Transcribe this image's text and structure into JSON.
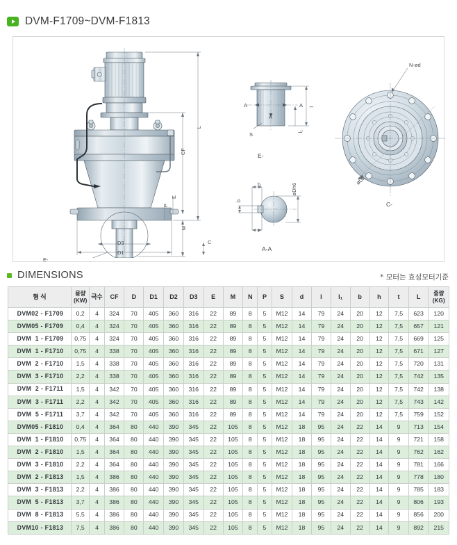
{
  "header": {
    "title": "DVM-F1709~DVM-F1813",
    "bullet_icon": "play-icon"
  },
  "drawing": {
    "main_view": {
      "labels": [
        "CF",
        "L",
        "E",
        "P",
        "M",
        "D3",
        "D1",
        "C",
        "E-"
      ]
    },
    "detail_view_e": {
      "caption": "E-",
      "labels": [
        "A",
        "A",
        "S",
        "A",
        "l",
        "l₁"
      ]
    },
    "section_view_aa": {
      "caption": "A-A",
      "labels": [
        "h",
        "b",
        "t",
        "øDh6"
      ]
    },
    "flange_view_c": {
      "caption": "C-",
      "labels": [
        "N-ød",
        "øD2"
      ]
    }
  },
  "dimensions_section": {
    "heading": "DIMENSIONS",
    "bullet_icon": "square-bullet-icon",
    "note": "* 모터는 효성모터기준"
  },
  "table": {
    "headers": [
      {
        "label": "형    식",
        "sub": ""
      },
      {
        "label": "용량",
        "sub": "(KW)"
      },
      {
        "label": "극수",
        "sub": ""
      },
      {
        "label": "CF",
        "sub": ""
      },
      {
        "label": "D",
        "sub": ""
      },
      {
        "label": "D1",
        "sub": ""
      },
      {
        "label": "D2",
        "sub": ""
      },
      {
        "label": "D3",
        "sub": ""
      },
      {
        "label": "E",
        "sub": ""
      },
      {
        "label": "M",
        "sub": ""
      },
      {
        "label": "N",
        "sub": ""
      },
      {
        "label": "P",
        "sub": ""
      },
      {
        "label": "S",
        "sub": ""
      },
      {
        "label": "d",
        "sub": ""
      },
      {
        "label": "l",
        "sub": ""
      },
      {
        "label": "l₁",
        "sub": ""
      },
      {
        "label": "b",
        "sub": ""
      },
      {
        "label": "h",
        "sub": ""
      },
      {
        "label": "t",
        "sub": ""
      },
      {
        "label": "L",
        "sub": ""
      },
      {
        "label": "중량",
        "sub": "(KG)"
      }
    ],
    "rows": [
      [
        "DVM02 - F1709",
        "0,2",
        "4",
        "324",
        "70",
        "405",
        "360",
        "316",
        "22",
        "89",
        "8",
        "5",
        "M12",
        "14",
        "79",
        "24",
        "20",
        "12",
        "7,5",
        "623",
        "120"
      ],
      [
        "DVM05 - F1709",
        "0,4",
        "4",
        "324",
        "70",
        "405",
        "360",
        "316",
        "22",
        "89",
        "8",
        "5",
        "M12",
        "14",
        "79",
        "24",
        "20",
        "12",
        "7,5",
        "657",
        "121"
      ],
      [
        "DVM  1 - F1709",
        "0,75",
        "4",
        "324",
        "70",
        "405",
        "360",
        "316",
        "22",
        "89",
        "8",
        "5",
        "M12",
        "14",
        "79",
        "24",
        "20",
        "12",
        "7,5",
        "669",
        "125"
      ],
      [
        "DVM  1 - F1710",
        "0,75",
        "4",
        "338",
        "70",
        "405",
        "360",
        "316",
        "22",
        "89",
        "8",
        "5",
        "M12",
        "14",
        "79",
        "24",
        "20",
        "12",
        "7,5",
        "671",
        "127"
      ],
      [
        "DVM  2 - F1710",
        "1,5",
        "4",
        "338",
        "70",
        "405",
        "360",
        "316",
        "22",
        "89",
        "8",
        "5",
        "M12",
        "14",
        "79",
        "24",
        "20",
        "12",
        "7,5",
        "720",
        "131"
      ],
      [
        "DVM  3 - F1710",
        "2,2",
        "4",
        "338",
        "70",
        "405",
        "360",
        "316",
        "22",
        "89",
        "8",
        "5",
        "M12",
        "14",
        "79",
        "24",
        "20",
        "12",
        "7,5",
        "742",
        "135"
      ],
      [
        "DVM  2 - F1711",
        "1,5",
        "4",
        "342",
        "70",
        "405",
        "360",
        "316",
        "22",
        "89",
        "8",
        "5",
        "M12",
        "14",
        "79",
        "24",
        "20",
        "12",
        "7,5",
        "742",
        "138"
      ],
      [
        "DVM  3 - F1711",
        "2,2",
        "4",
        "342",
        "70",
        "405",
        "360",
        "316",
        "22",
        "89",
        "8",
        "5",
        "M12",
        "14",
        "79",
        "24",
        "20",
        "12",
        "7,5",
        "743",
        "142"
      ],
      [
        "DVM  5 - F1711",
        "3,7",
        "4",
        "342",
        "70",
        "405",
        "360",
        "316",
        "22",
        "89",
        "8",
        "5",
        "M12",
        "14",
        "79",
        "24",
        "20",
        "12",
        "7,5",
        "759",
        "152"
      ],
      [
        "DVM05 - F1810",
        "0,4",
        "4",
        "364",
        "80",
        "440",
        "390",
        "345",
        "22",
        "105",
        "8",
        "5",
        "M12",
        "18",
        "95",
        "24",
        "22",
        "14",
        "9",
        "713",
        "154"
      ],
      [
        "DVM  1 - F1810",
        "0,75",
        "4",
        "364",
        "80",
        "440",
        "390",
        "345",
        "22",
        "105",
        "8",
        "5",
        "M12",
        "18",
        "95",
        "24",
        "22",
        "14",
        "9",
        "721",
        "158"
      ],
      [
        "DVM  2 - F1810",
        "1,5",
        "4",
        "364",
        "80",
        "440",
        "390",
        "345",
        "22",
        "105",
        "8",
        "5",
        "M12",
        "18",
        "95",
        "24",
        "22",
        "14",
        "9",
        "762",
        "162"
      ],
      [
        "DVM  3 - F1810",
        "2,2",
        "4",
        "364",
        "80",
        "440",
        "390",
        "345",
        "22",
        "105",
        "8",
        "5",
        "M12",
        "18",
        "95",
        "24",
        "22",
        "14",
        "9",
        "781",
        "166"
      ],
      [
        "DVM  2 - F1813",
        "1,5",
        "4",
        "386",
        "80",
        "440",
        "390",
        "345",
        "22",
        "105",
        "8",
        "5",
        "M12",
        "18",
        "95",
        "24",
        "22",
        "14",
        "9",
        "778",
        "180"
      ],
      [
        "DVM  3 - F1813",
        "2,2",
        "4",
        "386",
        "80",
        "440",
        "390",
        "345",
        "22",
        "105",
        "8",
        "5",
        "M12",
        "18",
        "95",
        "24",
        "22",
        "14",
        "9",
        "785",
        "183"
      ],
      [
        "DVM  5 - F1813",
        "3,7",
        "4",
        "386",
        "80",
        "440",
        "390",
        "345",
        "22",
        "105",
        "8",
        "5",
        "M12",
        "18",
        "95",
        "24",
        "22",
        "14",
        "9",
        "806",
        "193"
      ],
      [
        "DVM  8 - F1813",
        "5,5",
        "4",
        "386",
        "80",
        "440",
        "390",
        "345",
        "22",
        "105",
        "8",
        "5",
        "M12",
        "18",
        "95",
        "24",
        "22",
        "14",
        "9",
        "856",
        "200"
      ],
      [
        "DVM10 - F1813",
        "7,5",
        "4",
        "386",
        "80",
        "440",
        "390",
        "345",
        "22",
        "105",
        "8",
        "5",
        "M12",
        "18",
        "95",
        "24",
        "22",
        "14",
        "9",
        "892",
        "215"
      ]
    ]
  },
  "colors": {
    "accent_green": "#47b320",
    "bullet_green": "#5cb820",
    "row_alt": "#ddeedd",
    "header_grey": "#ededed",
    "border": "#c9cfc9"
  }
}
